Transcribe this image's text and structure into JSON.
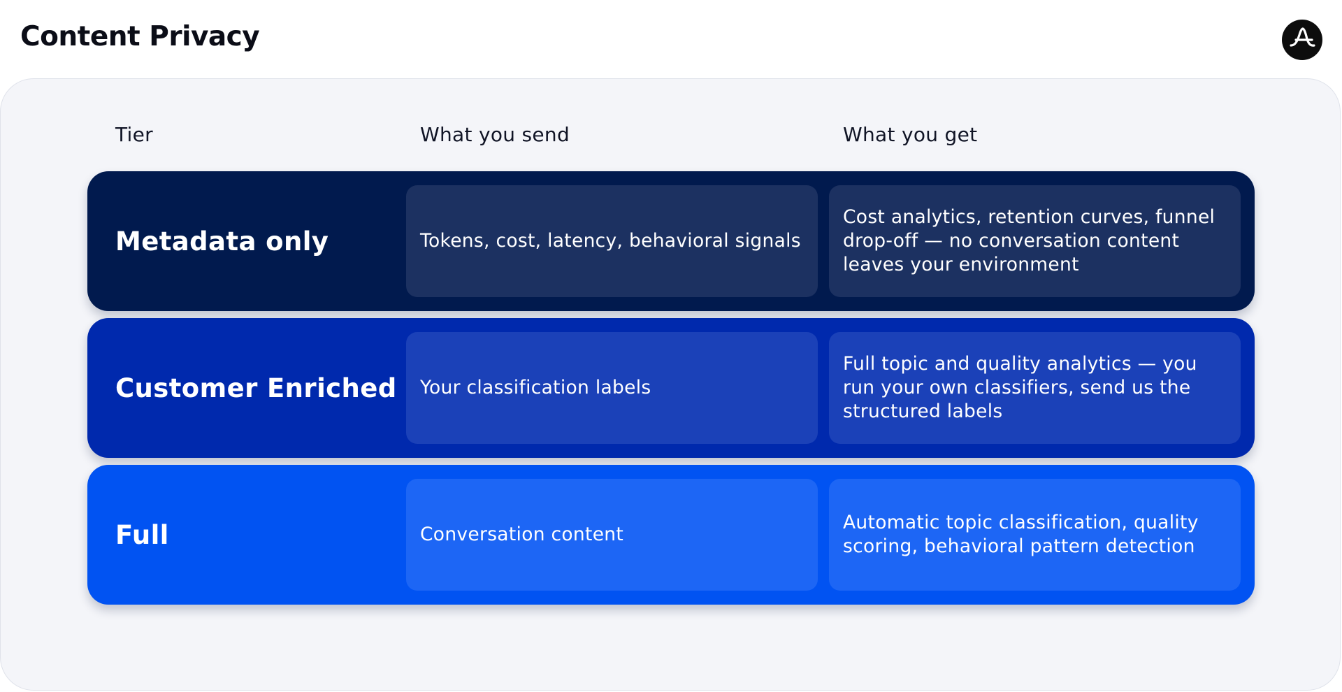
{
  "page": {
    "title": "Content Privacy",
    "logo_icon": "amplitude-logo"
  },
  "table": {
    "headers": {
      "tier": "Tier",
      "send": "What you send",
      "get": "What you get"
    },
    "rows": [
      {
        "tier": "Metadata only",
        "send": "Tokens, cost, latency, behavioral signals",
        "get": "Cost analytics, retention curves, funnel drop-off — no conversation content leaves your environment",
        "row_color": "#011a4e",
        "cell_color": "#1c3161"
      },
      {
        "tier": "Customer Enriched",
        "send": "Your classification labels",
        "get": "Full topic and quality analytics — you run your own classifiers, send us the structured labels",
        "row_color": "#0029ad",
        "cell_color": "#1b41b8"
      },
      {
        "tier": "Full",
        "send": "Conversation content",
        "get": "Automatic topic classification, quality scoring, behavioral pattern detection",
        "row_color": "#0153f2",
        "cell_color": "#1d66f5"
      }
    ]
  },
  "colors": {
    "panel_background": "#f4f5f9",
    "title_text": "#0b0d17"
  }
}
